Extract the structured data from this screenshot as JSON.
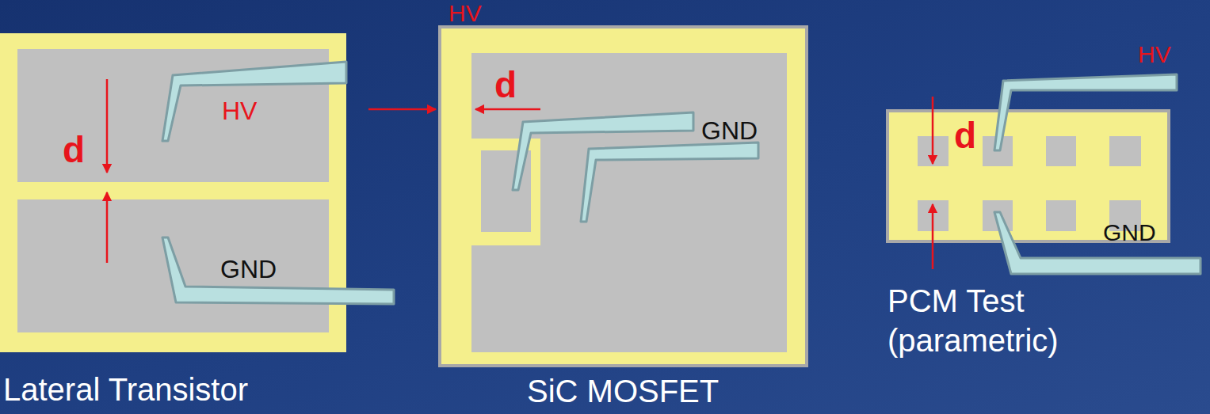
{
  "diagram": {
    "nodes": [
      {
        "text": [
          "Lateral Transistor"
        ]
      },
      {
        "text": [
          "HV"
        ],
        "in": 0
      },
      {
        "text": [
          "GND"
        ],
        "in": 0
      },
      {
        "text": [
          "SiC MOSFET"
        ]
      },
      {
        "text": [
          "GND"
        ],
        "in": 3
      },
      {
        "text": [
          "PCM Test (parametric)"
        ]
      }
    ],
    "labels": [
      "d",
      "HV",
      "d",
      "HV",
      "d",
      "GND"
    ]
  }
}
